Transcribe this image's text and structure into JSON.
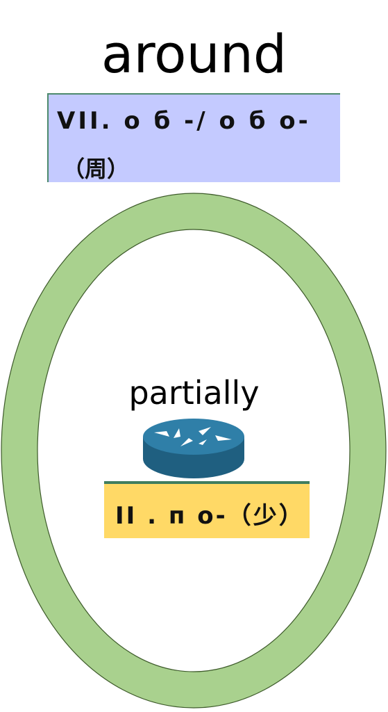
{
  "outer": {
    "title": "around",
    "label_line1": "VII. о б -/ о б о-",
    "label_line2": "（周）"
  },
  "inner": {
    "title": "partially",
    "label": "II . п о-（少）"
  },
  "colors": {
    "ring": "#a9d18e",
    "ring_stroke": "#3d5a2a",
    "outer_box": "#c4caff",
    "inner_box": "#ffd966",
    "router_top": "#2f7fa8",
    "router_side": "#1f5f80"
  },
  "icons": [
    "router-icon"
  ]
}
